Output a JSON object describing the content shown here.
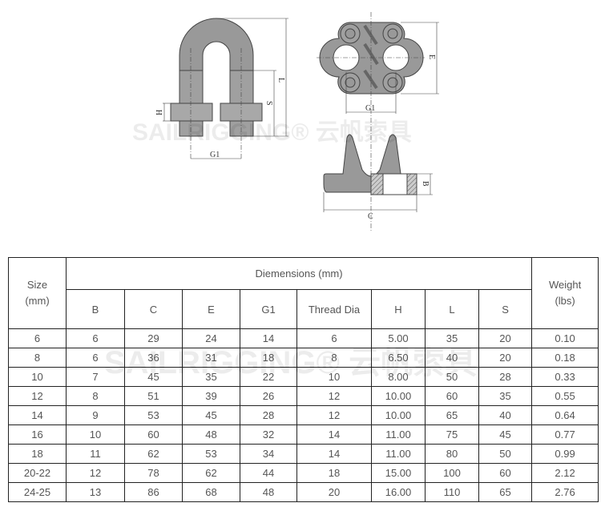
{
  "drawing_labels": {
    "h": "H",
    "s": "S",
    "l": "L",
    "g1_left": "G1",
    "g1_right": "G1",
    "e": "E",
    "b": "B",
    "c": "C"
  },
  "watermark": {
    "brand": "SAILRIGGING®",
    "chinese": "云帆索具"
  },
  "table": {
    "size_header": "Size (mm)",
    "dimensions_header": "Diemensions (mm)",
    "weight_header": "Weight (lbs)",
    "columns": [
      "B",
      "C",
      "E",
      "G1",
      "Thread Dia",
      "H",
      "L",
      "S"
    ],
    "rows": [
      [
        "6",
        "6",
        "29",
        "24",
        "14",
        "6",
        "5.00",
        "35",
        "20",
        "0.10"
      ],
      [
        "8",
        "6",
        "36",
        "31",
        "18",
        "8",
        "6.50",
        "40",
        "20",
        "0.18"
      ],
      [
        "10",
        "7",
        "45",
        "35",
        "22",
        "10",
        "8.00",
        "50",
        "28",
        "0.33"
      ],
      [
        "12",
        "8",
        "51",
        "39",
        "26",
        "12",
        "10.00",
        "60",
        "35",
        "0.55"
      ],
      [
        "14",
        "9",
        "53",
        "45",
        "28",
        "12",
        "10.00",
        "65",
        "40",
        "0.64"
      ],
      [
        "16",
        "10",
        "60",
        "48",
        "32",
        "14",
        "11.00",
        "75",
        "45",
        "0.77"
      ],
      [
        "18",
        "11",
        "62",
        "53",
        "34",
        "14",
        "11.00",
        "80",
        "50",
        "0.99"
      ],
      [
        "20-22",
        "12",
        "78",
        "62",
        "44",
        "18",
        "15.00",
        "100",
        "60",
        "2.12"
      ],
      [
        "24-25",
        "13",
        "86",
        "68",
        "48",
        "20",
        "16.00",
        "110",
        "65",
        "2.76"
      ]
    ]
  }
}
